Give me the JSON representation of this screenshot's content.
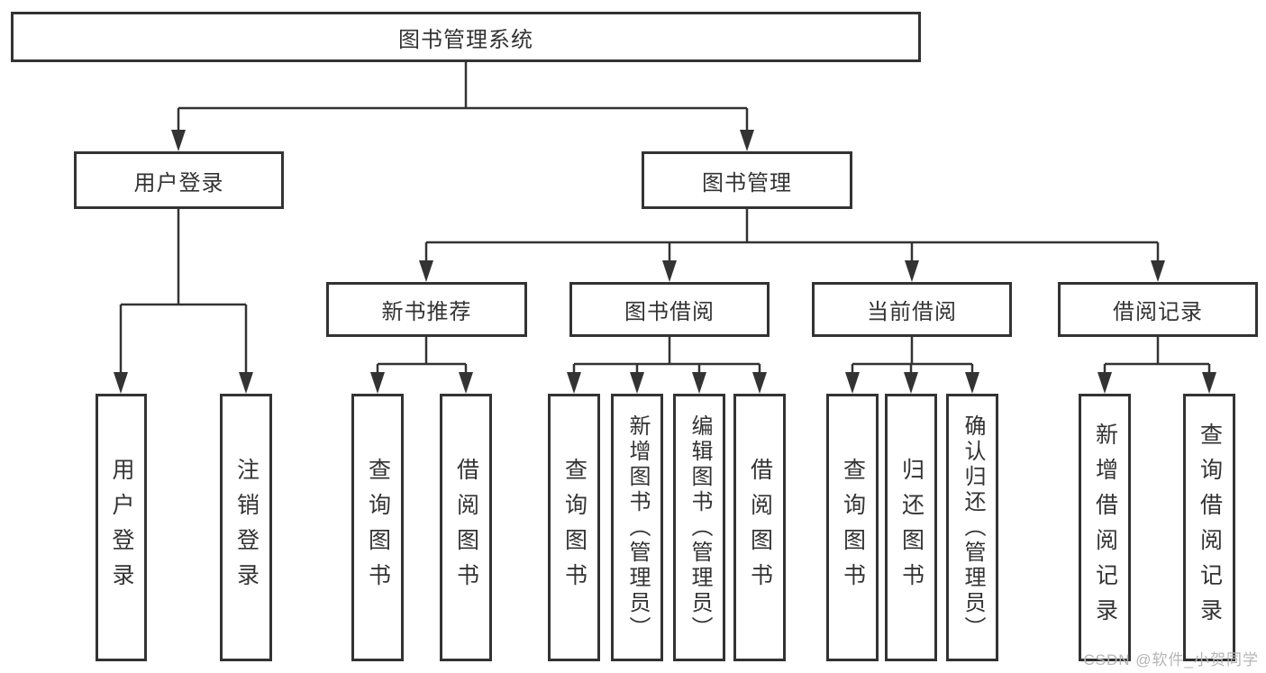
{
  "tree": {
    "root": {
      "label": "图书管理系统"
    },
    "user_login": {
      "label": "用户登录",
      "children": {
        "login": {
          "label": "用户登录"
        },
        "logout": {
          "label": "注销登录"
        }
      }
    },
    "book_mgmt": {
      "label": "图书管理",
      "children": {
        "new_book_rec": {
          "label": "新书推荐",
          "children": {
            "query_books": {
              "label": "查询图书"
            },
            "borrow_books": {
              "label": "借阅图书"
            }
          }
        },
        "book_borrowing": {
          "label": "图书借阅",
          "children": {
            "query_books": {
              "label": "查询图书"
            },
            "add_books_admin": {
              "label": "新增图书（管理员）"
            },
            "edit_books_admin": {
              "label": "编辑图书（管理员）"
            },
            "borrow_books": {
              "label": "借阅图书"
            }
          }
        },
        "current_borrowing": {
          "label": "当前借阅",
          "children": {
            "query_books": {
              "label": "查询图书"
            },
            "return_books": {
              "label": "归还图书"
            },
            "confirm_return_admin": {
              "label": "确认归还（管理员）"
            }
          }
        },
        "borrowing_records": {
          "label": "借阅记录",
          "children": {
            "add_record": {
              "label": "新增借阅记录"
            },
            "query_record": {
              "label": "查询借阅记录"
            }
          }
        }
      }
    }
  },
  "watermark": {
    "label": "CSDN @软件_小贺同学"
  },
  "colors": {
    "line": "#333333",
    "text": "#333333",
    "background": "#ffffff",
    "watermark": "#b5b5b5"
  }
}
